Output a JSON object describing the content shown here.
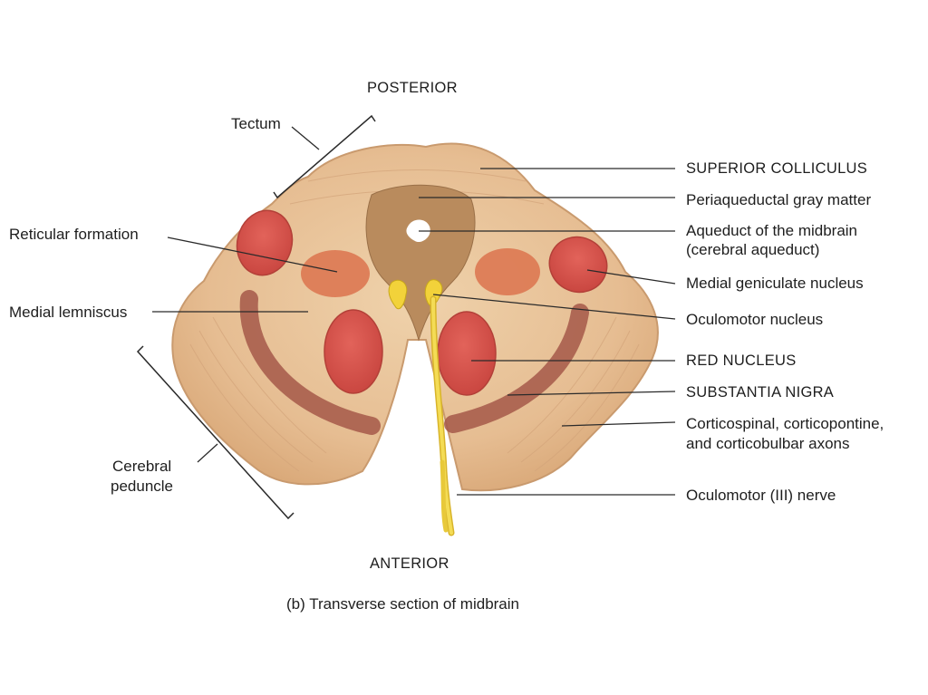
{
  "orientation": {
    "top": "POSTERIOR",
    "bottom": "ANTERIOR"
  },
  "caption": "(b) Transverse section of midbrain",
  "labels_left": {
    "tectum": "Tectum",
    "reticular_formation": "Reticular formation",
    "medial_lemniscus": "Medial lemniscus",
    "cerebral_peduncle_line1": "Cerebral",
    "cerebral_peduncle_line2": "peduncle"
  },
  "labels_right": {
    "superior_colliculus": "SUPERIOR COLLICULUS",
    "periaqueductal_gray": "Periaqueductal gray matter",
    "aqueduct_line1": "Aqueduct of the midbrain",
    "aqueduct_line2": "(cerebral aqueduct)",
    "medial_geniculate": "Medial geniculate nucleus",
    "oculomotor_nucleus": "Oculomotor nucleus",
    "red_nucleus": "RED NUCLEUS",
    "substantia_nigra": "SUBSTANTIA NIGRA",
    "corticospinal_line1": "Corticospinal, corticopontine,",
    "corticospinal_line2": "and corticobulbar axons",
    "oculomotor_nerve": "Oculomotor (III) nerve"
  },
  "colors": {
    "tissue": "#e9c49a",
    "tissue_edge": "#c99a6e",
    "gray_matter": "#b88a5c",
    "nucleus_red": "#d9534a",
    "reticular": "#de7a55",
    "nigra": "#a85a4a",
    "nerve": "#f2d23a",
    "leader_line": "#2a2a2a"
  }
}
